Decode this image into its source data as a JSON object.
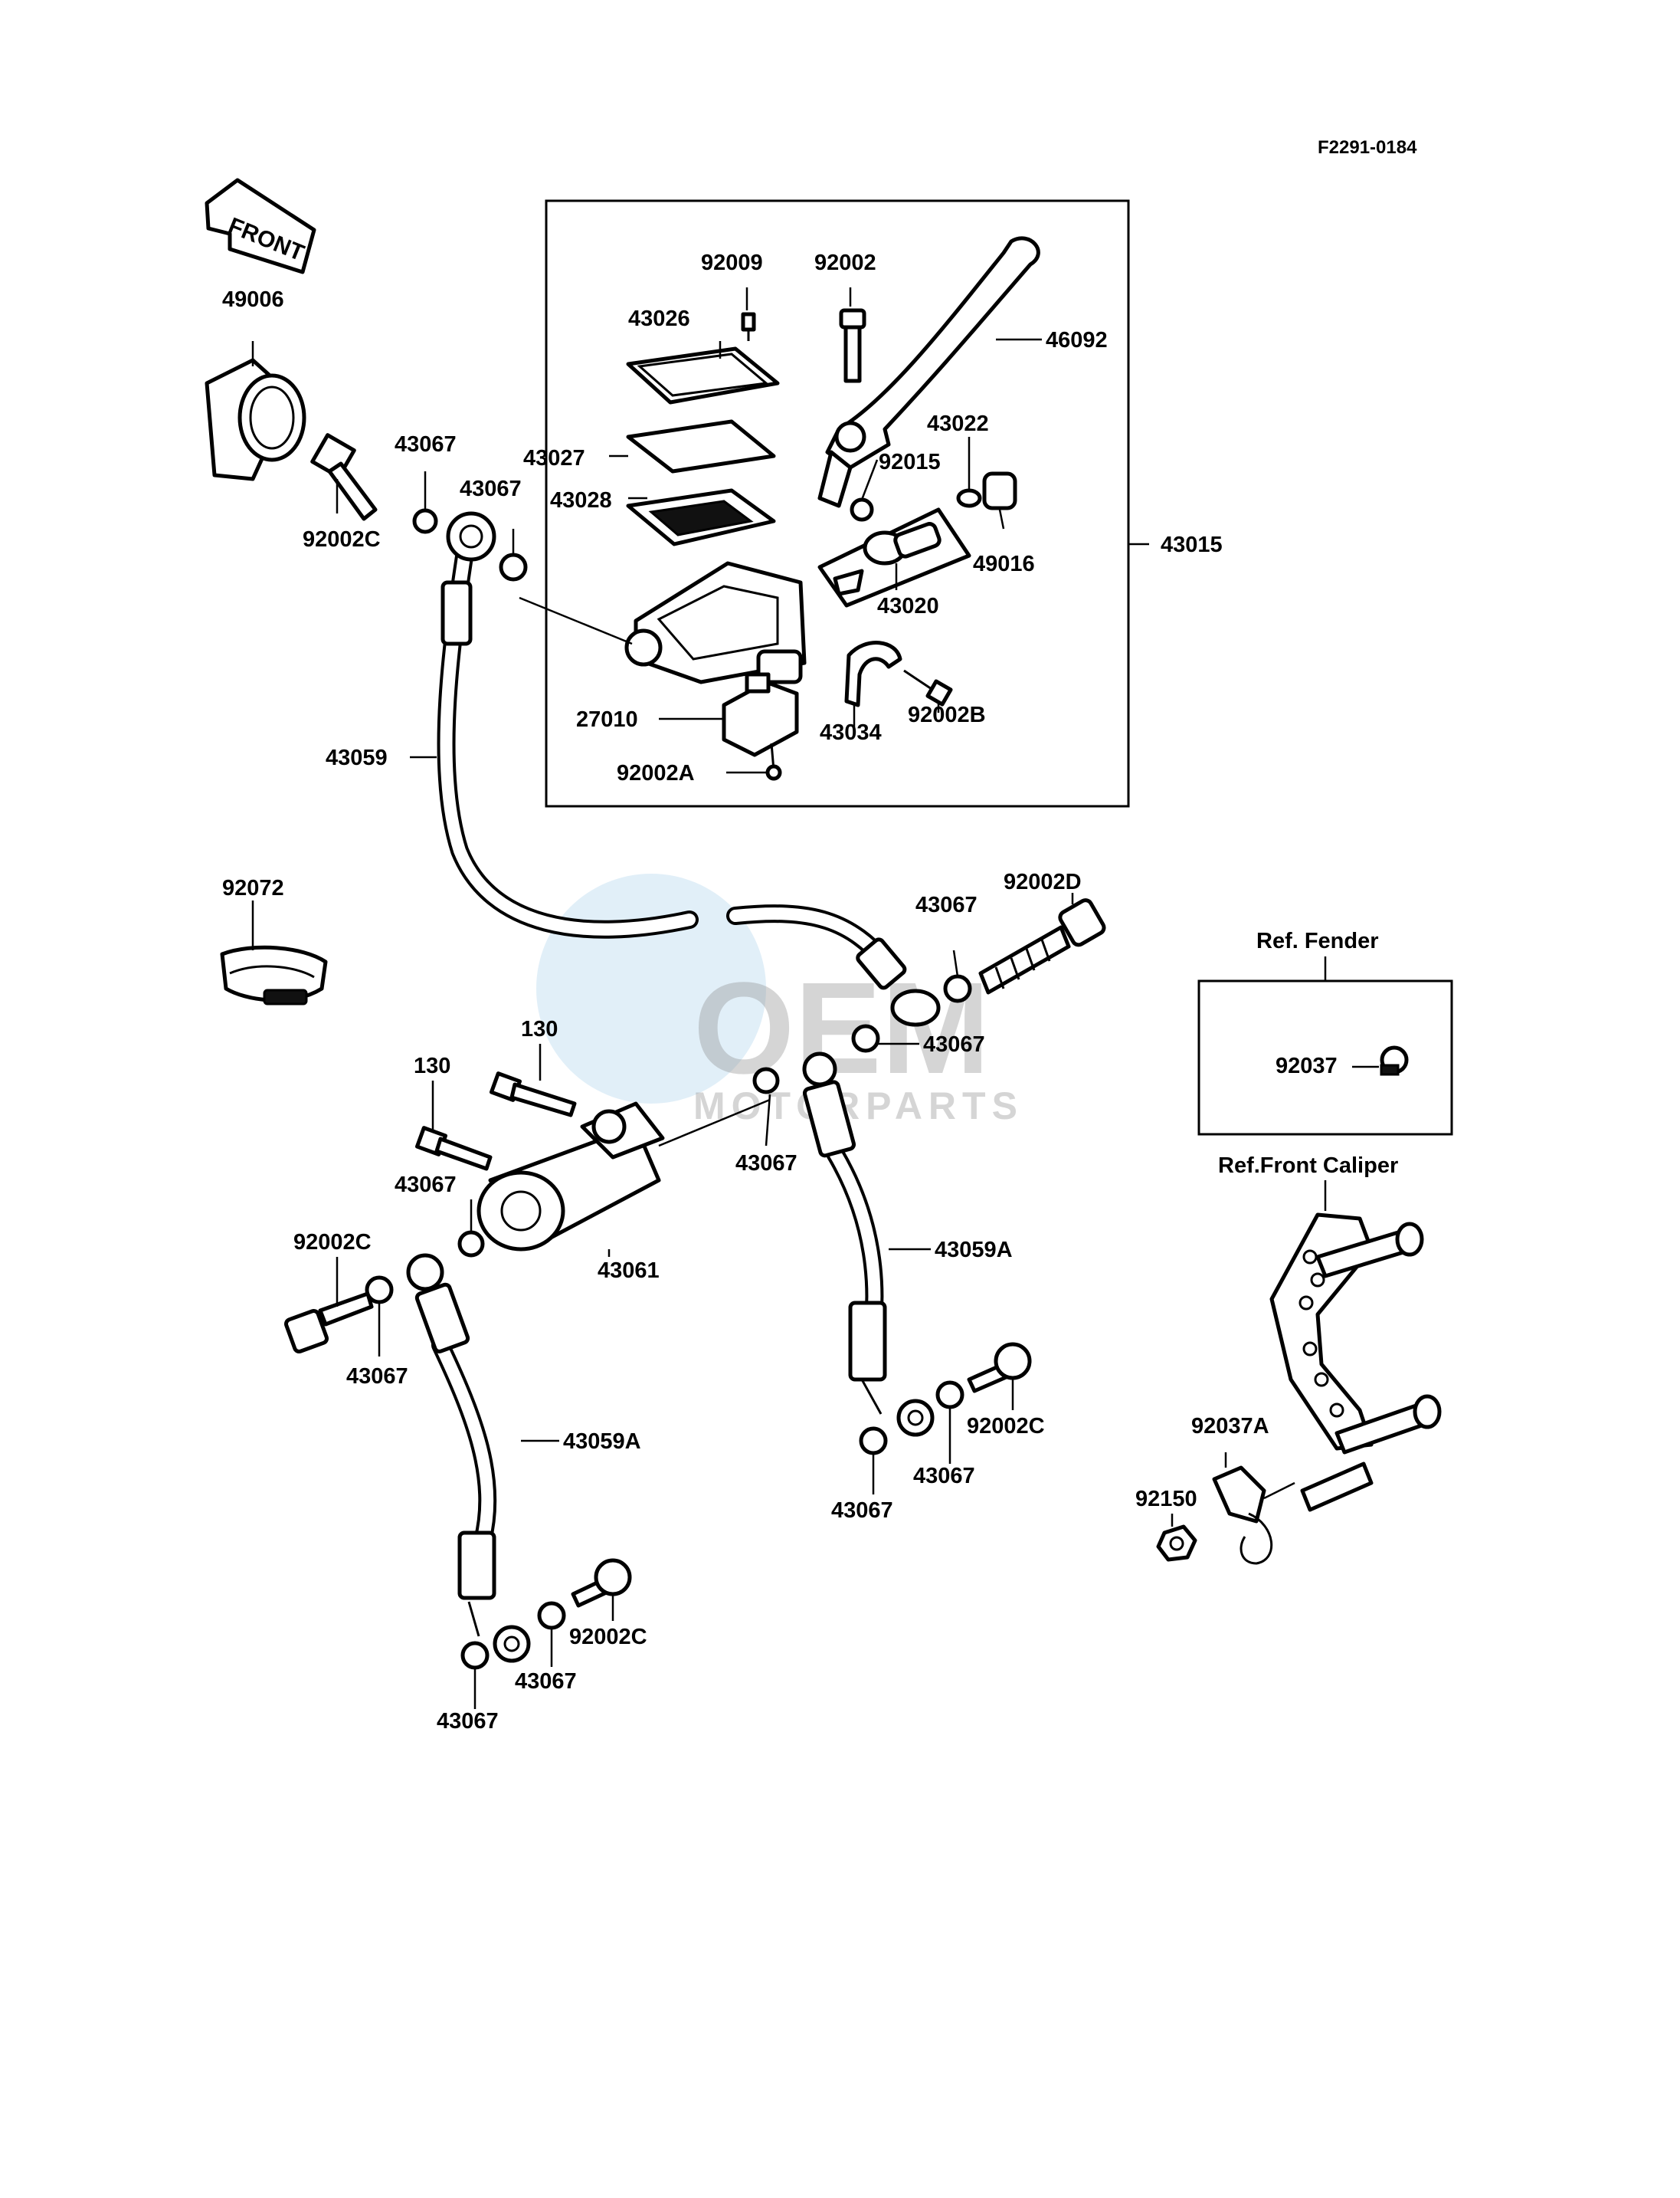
{
  "diagram_code": "F2291-0184",
  "front_arrow_label": "FRONT",
  "watermark": {
    "brand": "OEM",
    "sub": "MOTORPARTS"
  },
  "ref_fender": {
    "title": "Ref. Fender",
    "part": "92037"
  },
  "ref_caliper": {
    "title": "Ref.Front Caliper"
  },
  "labels": {
    "p92009": "92009",
    "p92002": "92002",
    "p43026": "43026",
    "p46092": "46092",
    "p49006": "49006",
    "p43067_a": "43067",
    "p43067_b": "43067",
    "p43027": "43027",
    "p43022": "43022",
    "p92015": "92015",
    "p43028": "43028",
    "p92002C_a": "92002C",
    "p43015": "43015",
    "p49016": "49016",
    "p43020": "43020",
    "p92002B": "92002B",
    "p27010": "27010",
    "p43034": "43034",
    "p43059": "43059",
    "p92002A": "92002A",
    "p92072": "92072",
    "p43067_c": "43067",
    "p92002D": "92002D",
    "p130_a": "130",
    "p130_b": "130",
    "p43067_d": "43067",
    "p43067_e": "43067",
    "p43067_f": "43067",
    "p92002C_b": "92002C",
    "p43061": "43061",
    "p43059A_a": "43059A",
    "p43067_g": "43067",
    "p43059A_b": "43059A",
    "p92002C_c": "92002C",
    "p43067_h": "43067",
    "p43067_i": "43067",
    "p92037A": "92037A",
    "p92150": "92150",
    "p92002C_d": "92002C",
    "p43067_j": "43067",
    "p43067_k": "43067"
  }
}
